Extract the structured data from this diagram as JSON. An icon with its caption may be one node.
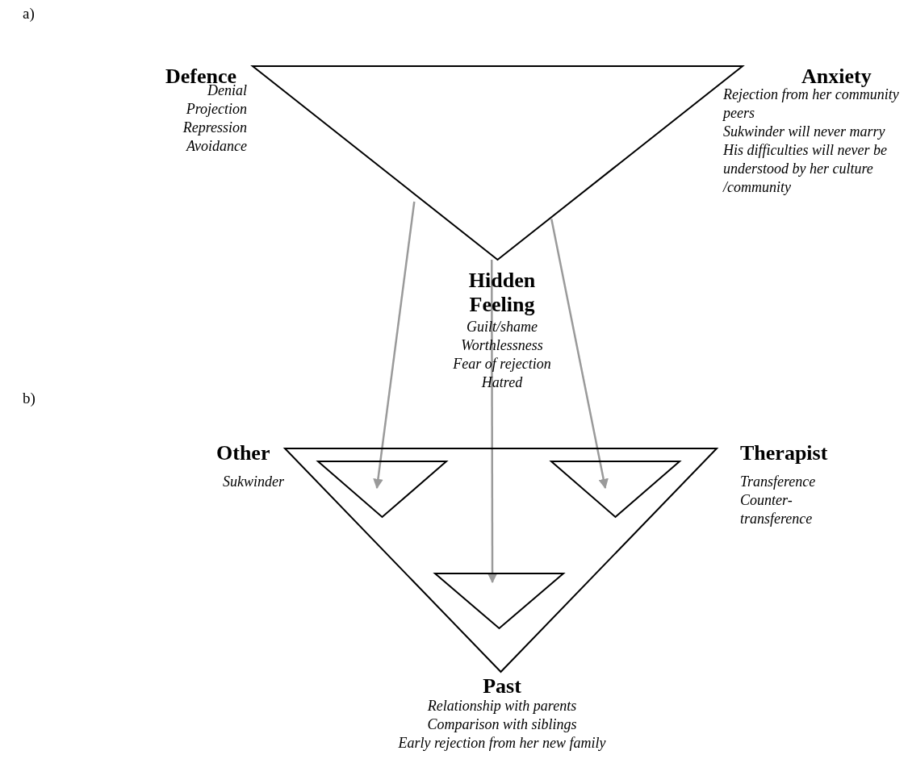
{
  "diagram": {
    "nodes": [
      {
        "text": [],
        "shape": "triangle"
      },
      {
        "text": [],
        "shape": "triangle"
      },
      {
        "text": [],
        "shape": "triangle",
        "in": 1
      },
      {
        "text": [],
        "shape": "triangle",
        "in": 1
      },
      {
        "text": [],
        "shape": "triangle",
        "in": 1
      }
    ],
    "edges": [
      {
        "from": 0,
        "to": 2,
        "arrow": "to"
      },
      {
        "from": 0,
        "to": 4,
        "arrow": "to"
      },
      {
        "from": 0,
        "to": 3,
        "arrow": "to"
      }
    ],
    "labels": [
      "a)",
      "Defence",
      "Denial",
      "Projection",
      "Repression",
      "Avoidance",
      "Anxiety",
      "Rejection from her community peers",
      "Sukwinder will never marry",
      "His difficulties will never be understood by her culture /community",
      "Hidden Feeling",
      "Guilt/shame",
      "Worthlessness",
      "Fear of rejection",
      "Hatred",
      "b)",
      "Other",
      "Sukwinder",
      "Therapist",
      "Transference",
      "Counter-transference",
      "Past",
      "Relationship with parents",
      "Comparison with siblings",
      "Early rejection from her new family"
    ]
  }
}
